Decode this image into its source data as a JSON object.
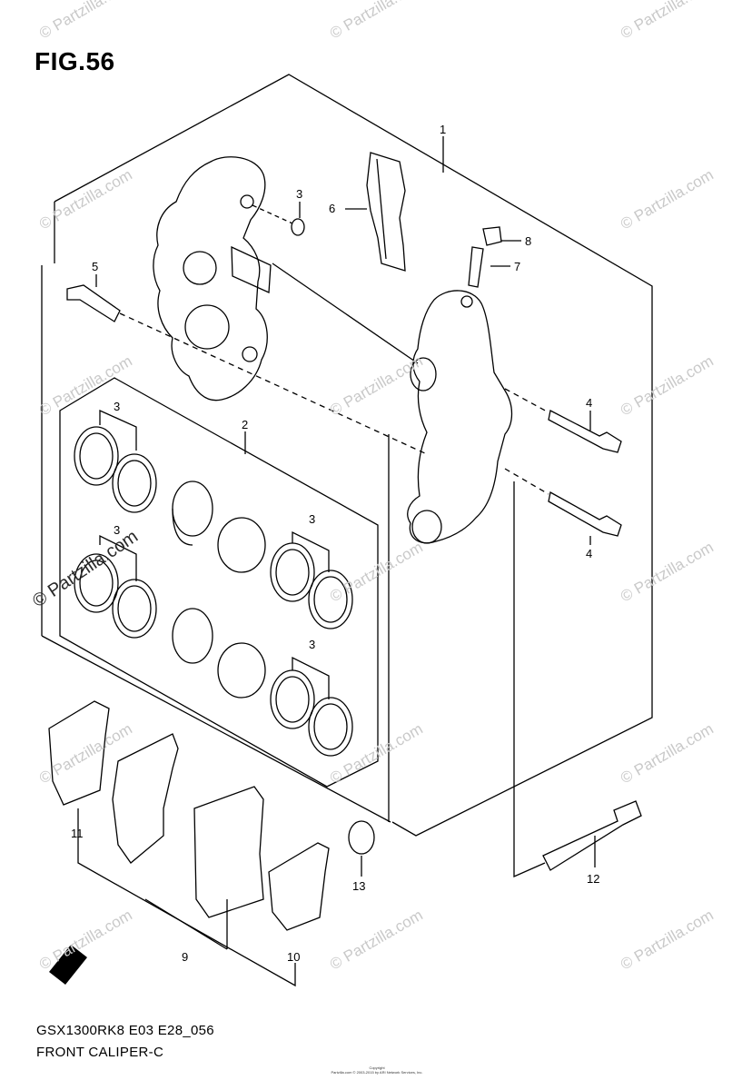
{
  "figure": {
    "title": "FIG.56",
    "model_code": "GSX1300RK8 E03 E28_056",
    "assembly_name": "FRONT CALIPER-C",
    "copyright_line1": "Copyright",
    "copyright_line2": "Partzilla.com © 2003-2015 by ARI Network Services, Inc."
  },
  "watermark": {
    "text": "© Partzilla.com",
    "prominent_text": "© Partzilla.com"
  },
  "callouts": [
    "1",
    "2",
    "3",
    "3",
    "3",
    "3",
    "3",
    "4",
    "4",
    "5",
    "6",
    "7",
    "8",
    "9",
    "10",
    "11",
    "12",
    "13"
  ],
  "direction_marker": "FWD",
  "colors": {
    "line": "#000000",
    "watermark": "#c9c9c9",
    "background": "#ffffff"
  }
}
